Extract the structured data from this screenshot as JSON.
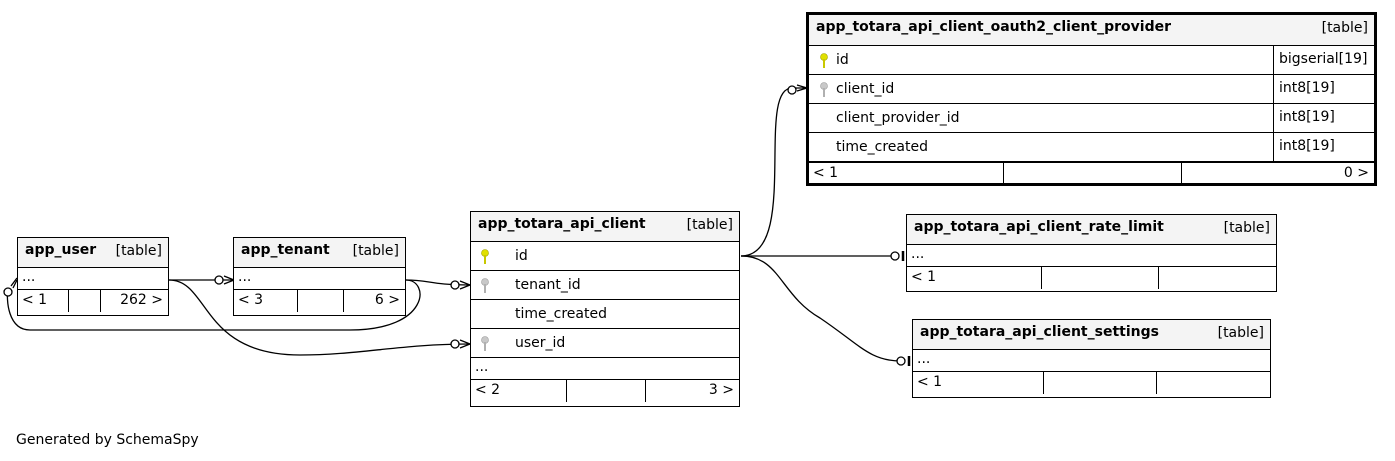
{
  "diagram": {
    "footer_text": "Generated by SchemaSpy",
    "colors": {
      "primary_key": "#e0e000",
      "foreign_key": "#b8b8b8",
      "header_bg": "#f4f4f4"
    },
    "tables": {
      "oauth2_client_provider": {
        "name": "app_totara_api_client_oauth2_client_provider",
        "type": "[table]",
        "columns": [
          {
            "name": "id",
            "type": "bigserial[19]",
            "key": "primary"
          },
          {
            "name": "client_id",
            "type": "int8[19]",
            "key": "foreign"
          },
          {
            "name": "client_provider_id",
            "type": "int8[19]",
            "key": ""
          },
          {
            "name": "time_created",
            "type": "int8[19]",
            "key": ""
          }
        ],
        "footer": {
          "left": "< 1",
          "mid": "",
          "right": "0 >"
        }
      },
      "client": {
        "name": "app_totara_api_client",
        "type": "[table]",
        "columns": [
          {
            "name": "id",
            "key": "primary"
          },
          {
            "name": "tenant_id",
            "key": "foreign"
          },
          {
            "name": "time_created",
            "key": ""
          },
          {
            "name": "user_id",
            "key": "foreign"
          }
        ],
        "more": "...",
        "footer": {
          "left": "< 2",
          "mid": "",
          "right": "3 >"
        }
      },
      "rate_limit": {
        "name": "app_totara_api_client_rate_limit",
        "type": "[table]",
        "more": "...",
        "footer": {
          "left": "< 1",
          "mid": "",
          "right": ""
        }
      },
      "settings": {
        "name": "app_totara_api_client_settings",
        "type": "[table]",
        "more": "...",
        "footer": {
          "left": "< 1",
          "mid": "",
          "right": ""
        }
      },
      "user": {
        "name": "app_user",
        "type": "[table]",
        "more": "...",
        "footer": {
          "left": "< 1",
          "mid": "",
          "right": "262 >"
        }
      },
      "tenant": {
        "name": "app_tenant",
        "type": "[table]",
        "more": "...",
        "footer": {
          "left": "< 3",
          "mid": "",
          "right": "6 >"
        }
      }
    }
  }
}
